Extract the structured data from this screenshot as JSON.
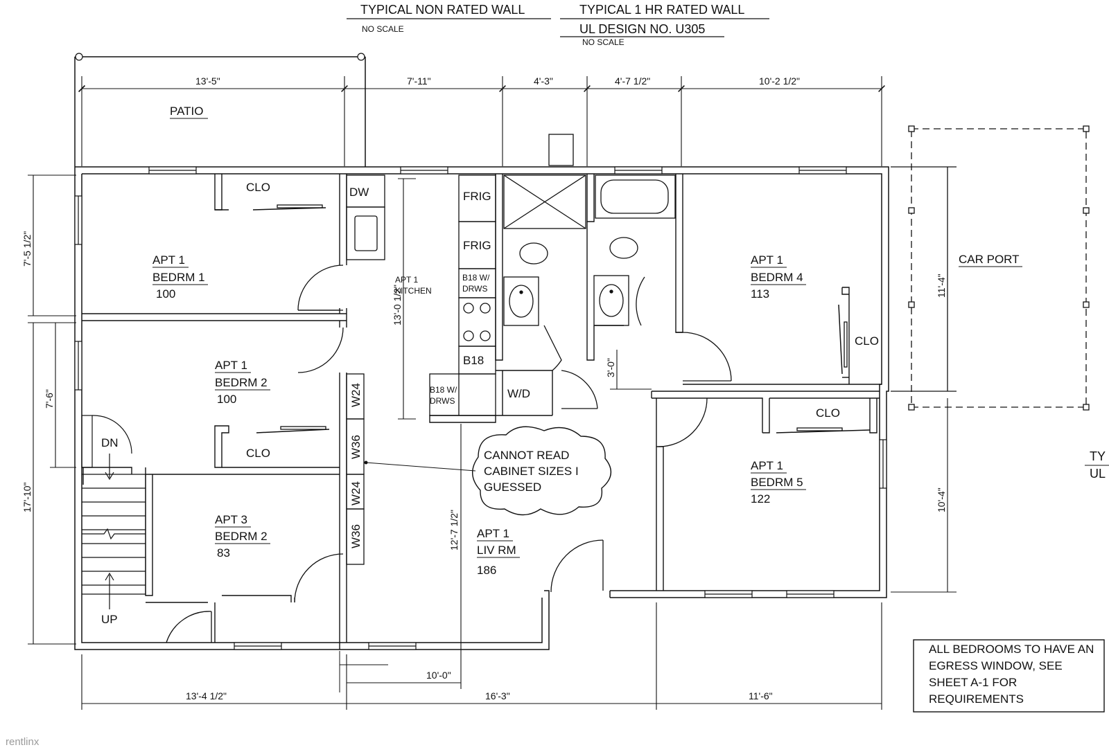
{
  "header": {
    "non_rated_wall": "TYPICAL NON RATED WALL",
    "non_rated_scale": "NO SCALE",
    "rated_wall": "TYPICAL 1 HR RATED WALL",
    "ul_design": "UL DESIGN NO. U305",
    "rated_scale": "NO SCALE"
  },
  "dimensions": {
    "top": [
      "13'-5\"",
      "7'-11\"",
      "4'-3\"",
      "4'-7 1/2\"",
      "10'-2 1/2\""
    ],
    "bottom_mid": "10'-0\"",
    "bottom": [
      "13'-4 1/2\"",
      "16'-3\"",
      "11'-6\""
    ],
    "left": [
      "7'-5 1/2\"",
      "7'-6\"",
      "17'-10\""
    ],
    "kitchen": "13'-0 1/2\"",
    "living": "12'-7 1/2\"",
    "closet_depth": "3'-0\"",
    "carport": "11'-4\"",
    "right": "10'-4\""
  },
  "rooms": {
    "patio": "PATIO",
    "carport": "CAR PORT",
    "clo": "CLO",
    "bedrm1": [
      "APT 1",
      "BEDRM 1",
      "100"
    ],
    "bedrm2": [
      "APT 1",
      "BEDRM 2",
      "100"
    ],
    "apt3_bedrm2": [
      "APT 3",
      "BEDRM 2",
      "83"
    ],
    "bedrm4": [
      "APT 1",
      "BEDRM 4",
      "113"
    ],
    "bedrm5": [
      "APT 1",
      "BEDRM 5",
      "122"
    ],
    "liv_rm": [
      "APT 1",
      "LIV RM",
      "186"
    ],
    "kitchen": [
      "APT 1",
      "KITCHEN"
    ]
  },
  "fixtures": {
    "dw": "DW",
    "frig": "FRIG",
    "b18_drws": [
      "B18 W/",
      "DRWS"
    ],
    "b18": "B18",
    "wd": "W/D",
    "w24": "W24",
    "w36": "W36",
    "dn": "DN",
    "up": "UP"
  },
  "notes": {
    "cloud": [
      "CANNOT READ",
      "CABINET SIZES I",
      "GUESSED"
    ],
    "egress": [
      "ALL BEDROOMS TO HAVE AN",
      "EGRESS WINDOW, SEE",
      "SHEET A-1 FOR",
      "REQUIREMENTS"
    ],
    "edge_ty": "TY",
    "edge_ul": "UL"
  },
  "watermark": "rentlinx"
}
